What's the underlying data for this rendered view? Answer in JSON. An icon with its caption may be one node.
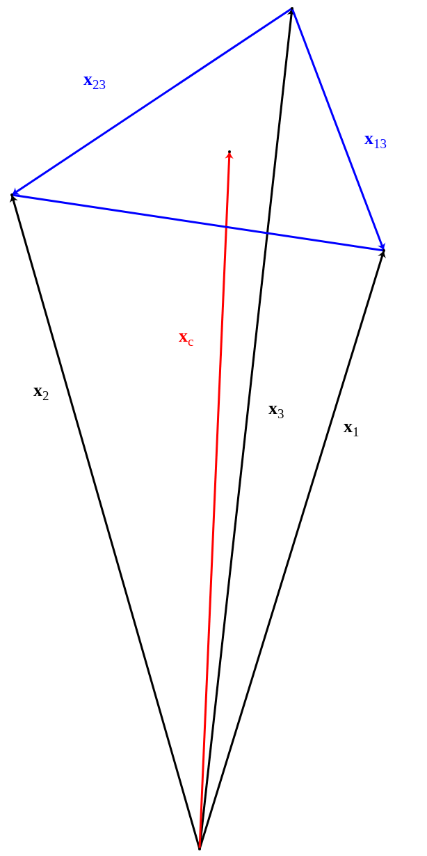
{
  "diagram": {
    "nodes": [
      {
        "text": [],
        "shape": "point"
      },
      {
        "text": [],
        "shape": "point"
      },
      {
        "text": [],
        "shape": "point"
      },
      {
        "text": [],
        "shape": "point"
      },
      {
        "text": [],
        "shape": "point"
      }
    ],
    "edges": [
      {
        "from": 0,
        "to": 1,
        "arrow": "to",
        "label": "**x**$_{1}$"
      },
      {
        "from": 0,
        "to": 2,
        "arrow": "to",
        "label": "**x**$_{2}$"
      },
      {
        "from": 0,
        "to": 3,
        "arrow": "to",
        "label": "**x**$_{3}$"
      },
      {
        "from": 0,
        "to": 4,
        "arrow": "to",
        "label": "**x**$_{c}$",
        "color": "#ff0000"
      },
      {
        "from": 3,
        "to": 2,
        "arrow": "to",
        "label": "**x**$_{23}$",
        "color": "#0000ff"
      },
      {
        "from": 3,
        "to": 1,
        "arrow": "to",
        "label": "**x**$_{13}$",
        "color": "#0000ff"
      },
      {
        "from": 2,
        "to": 1,
        "arrow": "none",
        "color": "#0000ff"
      }
    ]
  }
}
